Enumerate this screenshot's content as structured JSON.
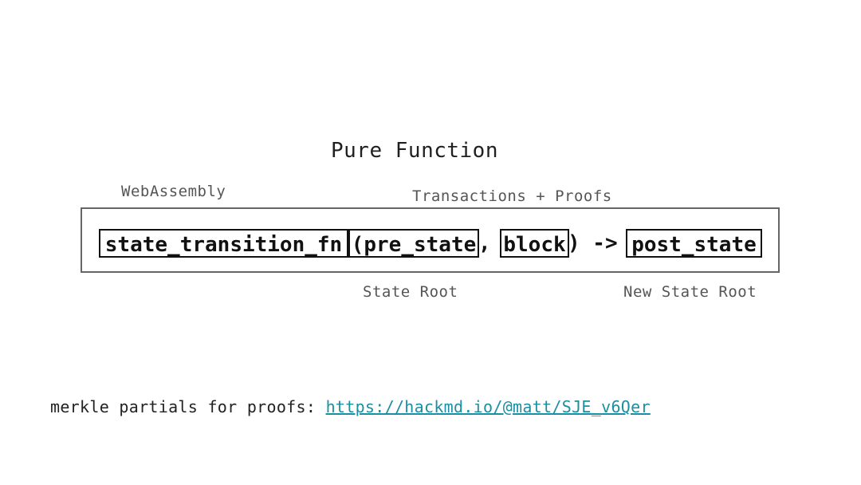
{
  "title": "Pure Function",
  "labels": {
    "webassembly": "WebAssembly",
    "transactions_proofs": "Transactions + Proofs",
    "state_root": "State Root",
    "new_state_root": "New State Root"
  },
  "signature": {
    "function_name": "state_transition_fn",
    "pre_state": "(pre_state",
    "comma": ",",
    "block": "block",
    "arrow": ") ->",
    "post_state": "post_state"
  },
  "footer": {
    "text": "merkle partials for proofs: ",
    "link": "https://hackmd.io/@matt/SJE_v6Qer"
  },
  "colors": {
    "link": "#1a8fa3",
    "text": "#222222",
    "label": "#555555"
  }
}
